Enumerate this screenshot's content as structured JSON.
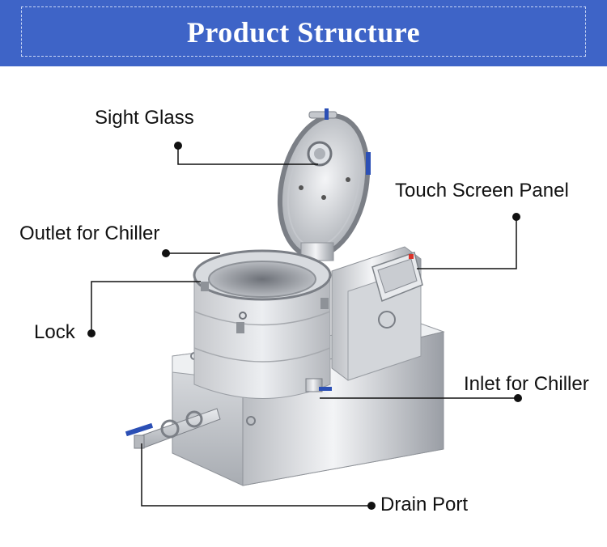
{
  "header": {
    "title": "Product Structure"
  },
  "labels": {
    "sight_glass": "Sight Glass",
    "touch_screen_panel": "Touch Screen Panel",
    "outlet_for_chiller": "Outlet for Chiller",
    "lock": "Lock",
    "inlet_for_chiller": "Inlet for Chiller",
    "drain_port": "Drain Port"
  },
  "colors": {
    "banner": "#3e64c7",
    "leader": "#111111",
    "valve_handle": "#2b4fb5"
  }
}
